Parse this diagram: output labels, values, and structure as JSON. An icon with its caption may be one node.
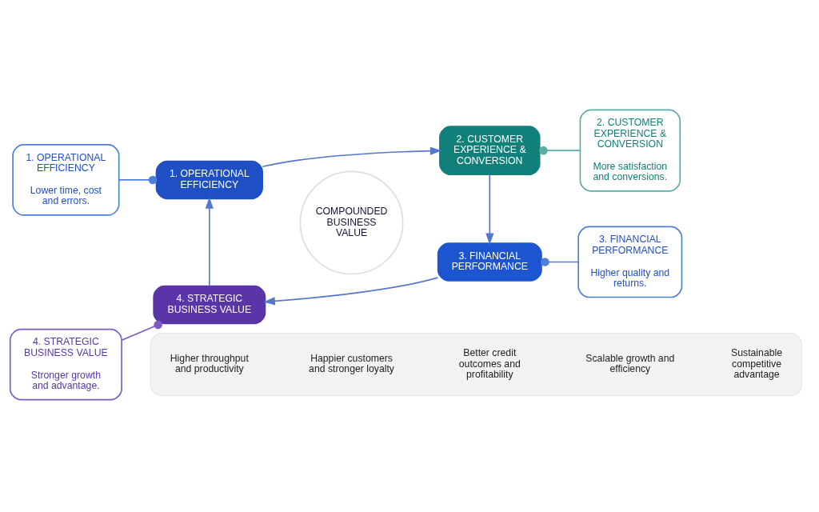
{
  "diagram": {
    "nodes": [
      {
        "text": [
          "1. OPERATIONAL EFFICIENCY",
          "Lower time, cost and errors."
        ]
      },
      {
        "text": [
          "2. CUSTOMER EXPERIENCE & CONVERSION",
          "More satisfaction and conversions."
        ]
      },
      {
        "text": [
          "3. FINANCIAL PERFORMANCE",
          "Higher quality and returns."
        ]
      },
      {
        "text": [
          "4. STRATEGIC BUSINESS VALUE",
          "Stronger growth and advantage."
        ]
      },
      {
        "text": [
          "1. OPERATIONAL EFFICIENCY"
        ]
      },
      {
        "text": [
          "2. CUSTOMER EXPERIENCE & CONVERSION"
        ]
      },
      {
        "text": [
          "3. FINANCIAL PERFORMANCE"
        ]
      },
      {
        "text": [
          "4. STRATEGIC BUSINESS VALUE"
        ]
      },
      {
        "text": [
          "COMPOUNDED BUSINESS VALUE"
        ]
      },
      {
        "text": [],
        "shape": "box"
      },
      {
        "text": [
          "Higher throughput and productivity"
        ],
        "in": 9
      },
      {
        "text": [
          "Happier customers and stronger loyalty"
        ],
        "in": 9
      },
      {
        "text": [
          "Better credit outcomes and profitability"
        ],
        "in": 9
      },
      {
        "text": [
          "Scalable growth and efficiency"
        ],
        "in": 9
      },
      {
        "text": [
          "Sustainable competitive advantage"
        ],
        "in": 9
      }
    ],
    "edges": [
      {
        "from": 0,
        "to": 4,
        "arrow": "other"
      },
      {
        "from": 1,
        "to": 5,
        "arrow": "other"
      },
      {
        "from": 2,
        "to": 6,
        "arrow": "other"
      },
      {
        "from": 3,
        "to": 7,
        "arrow": "other"
      },
      {
        "from": 4,
        "to": 5,
        "arrow": "to"
      },
      {
        "from": 5,
        "to": 6,
        "arrow": "to"
      },
      {
        "from": 6,
        "to": 7,
        "arrow": "to"
      },
      {
        "from": 7,
        "to": 4,
        "arrow": "to"
      }
    ]
  }
}
